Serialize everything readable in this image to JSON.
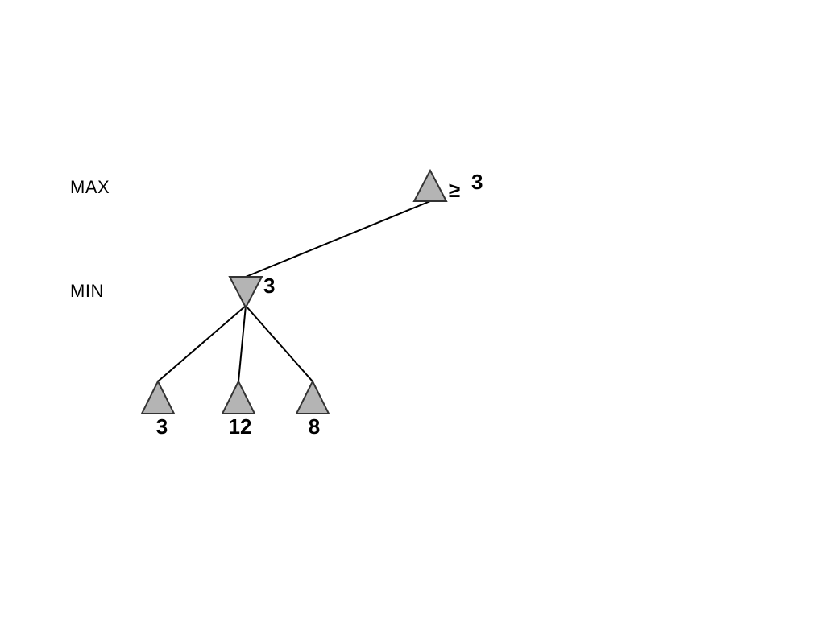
{
  "levels": {
    "max": "MAX",
    "min": "MIN"
  },
  "nodes": {
    "root": {
      "type": "max",
      "value_label": "3",
      "bound_symbol": "≥"
    },
    "min_node": {
      "type": "min",
      "value_label": "3"
    },
    "leaves": [
      {
        "type": "max",
        "value_label": "3"
      },
      {
        "type": "max",
        "value_label": "12"
      },
      {
        "type": "max",
        "value_label": "8"
      }
    ]
  },
  "colors": {
    "node_fill": "#b4b4b4",
    "stroke": "#333333",
    "edge": "#000000"
  }
}
